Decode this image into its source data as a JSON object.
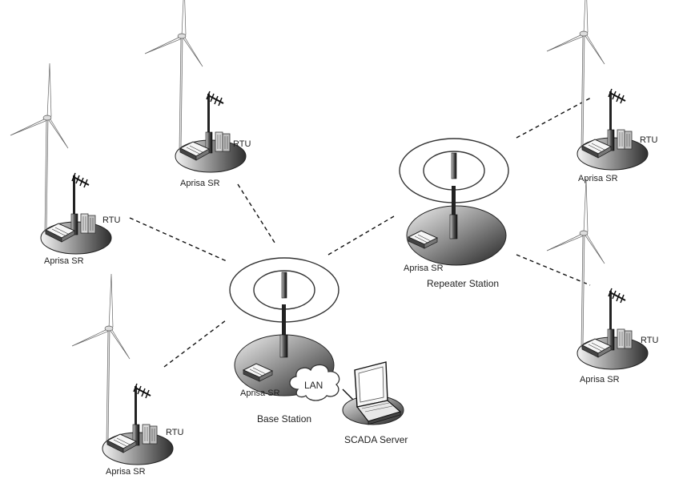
{
  "labels": {
    "rtu": "RTU",
    "aprisa_sr": "Aprisa SR",
    "lan": "LAN",
    "base_station": "Base Station",
    "repeater_station": "Repeater Station",
    "scada_server": "SCADA Server"
  },
  "sites": [
    "site-top-left",
    "site-top-center",
    "site-bottom-left",
    "site-top-right",
    "site-bottom-right"
  ],
  "colors": {
    "platform_dark": "#3a3a3a",
    "platform_light": "#f2f2f2",
    "line": "#111111",
    "ring": "#333333"
  }
}
